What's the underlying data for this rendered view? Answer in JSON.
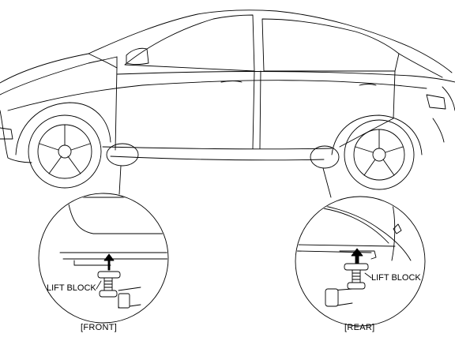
{
  "labels": {
    "front_lift_block": "LIFT BLOCK",
    "rear_lift_block": "LIFT BLOCK",
    "front_caption": "[FRONT]",
    "rear_caption": "[REAR]"
  },
  "colors": {
    "line": "#000000",
    "background": "#ffffff"
  }
}
